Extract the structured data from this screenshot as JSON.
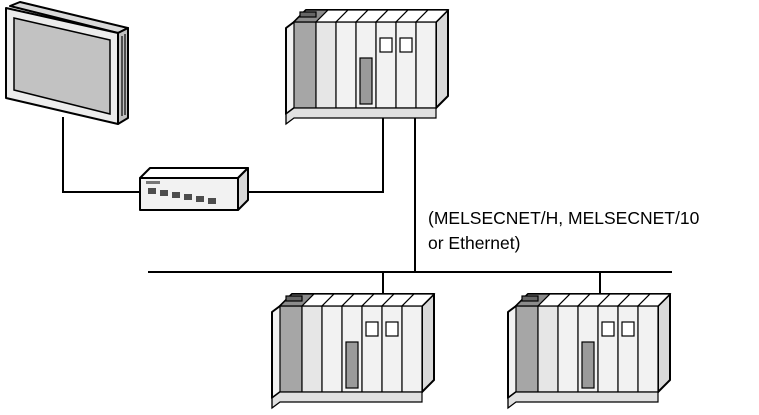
{
  "diagram": {
    "network_label": {
      "line1": "(MELSECNET/H, MELSECNET/10",
      "line2": "or Ethernet)"
    },
    "colors": {
      "module_face": "#f2f2f2",
      "module_top": "#ffffff",
      "module_side": "#d9d9d9",
      "power_module": "#a6a6a6",
      "screen": "#c2c2c2",
      "port": "#4d4d4d",
      "line": "#000000"
    },
    "devices": [
      {
        "id": "gp-touch-panel",
        "icon": "touch-panel-icon"
      },
      {
        "id": "ethernet-hub",
        "icon": "network-hub-icon"
      },
      {
        "id": "plc-upper",
        "icon": "plc-rack-icon"
      },
      {
        "id": "plc-lower-left",
        "icon": "plc-rack-icon"
      },
      {
        "id": "plc-lower-right",
        "icon": "plc-rack-icon"
      }
    ]
  }
}
